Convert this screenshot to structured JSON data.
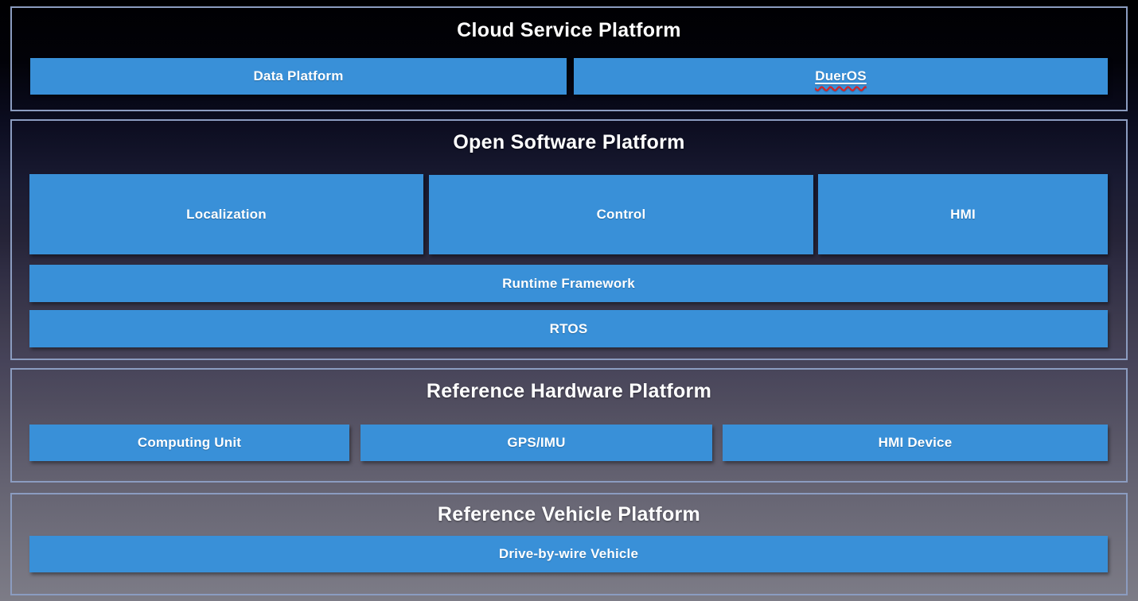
{
  "colors": {
    "box_blue": "#3990d8",
    "section_border": "#8b9cc0",
    "title_text": "#ffffff",
    "box_text": "#ffffff",
    "spellcheck_red": "#e02020"
  },
  "sections": [
    {
      "title": "Cloud Service Platform",
      "boxes": [
        {
          "label": "Data Platform"
        },
        {
          "label": "DuerOS"
        }
      ]
    },
    {
      "title": "Open Software Platform",
      "boxes": [
        {
          "label": "Localization"
        },
        {
          "label": "Control"
        },
        {
          "label": "HMI"
        },
        {
          "label": "Runtime Framework"
        },
        {
          "label": "RTOS"
        }
      ]
    },
    {
      "title": "Reference Hardware Platform",
      "boxes": [
        {
          "label": "Computing Unit"
        },
        {
          "label": "GPS/IMU"
        },
        {
          "label": "HMI Device"
        }
      ]
    },
    {
      "title": "Reference Vehicle Platform",
      "boxes": [
        {
          "label": "Drive-by-wire Vehicle"
        }
      ]
    }
  ]
}
